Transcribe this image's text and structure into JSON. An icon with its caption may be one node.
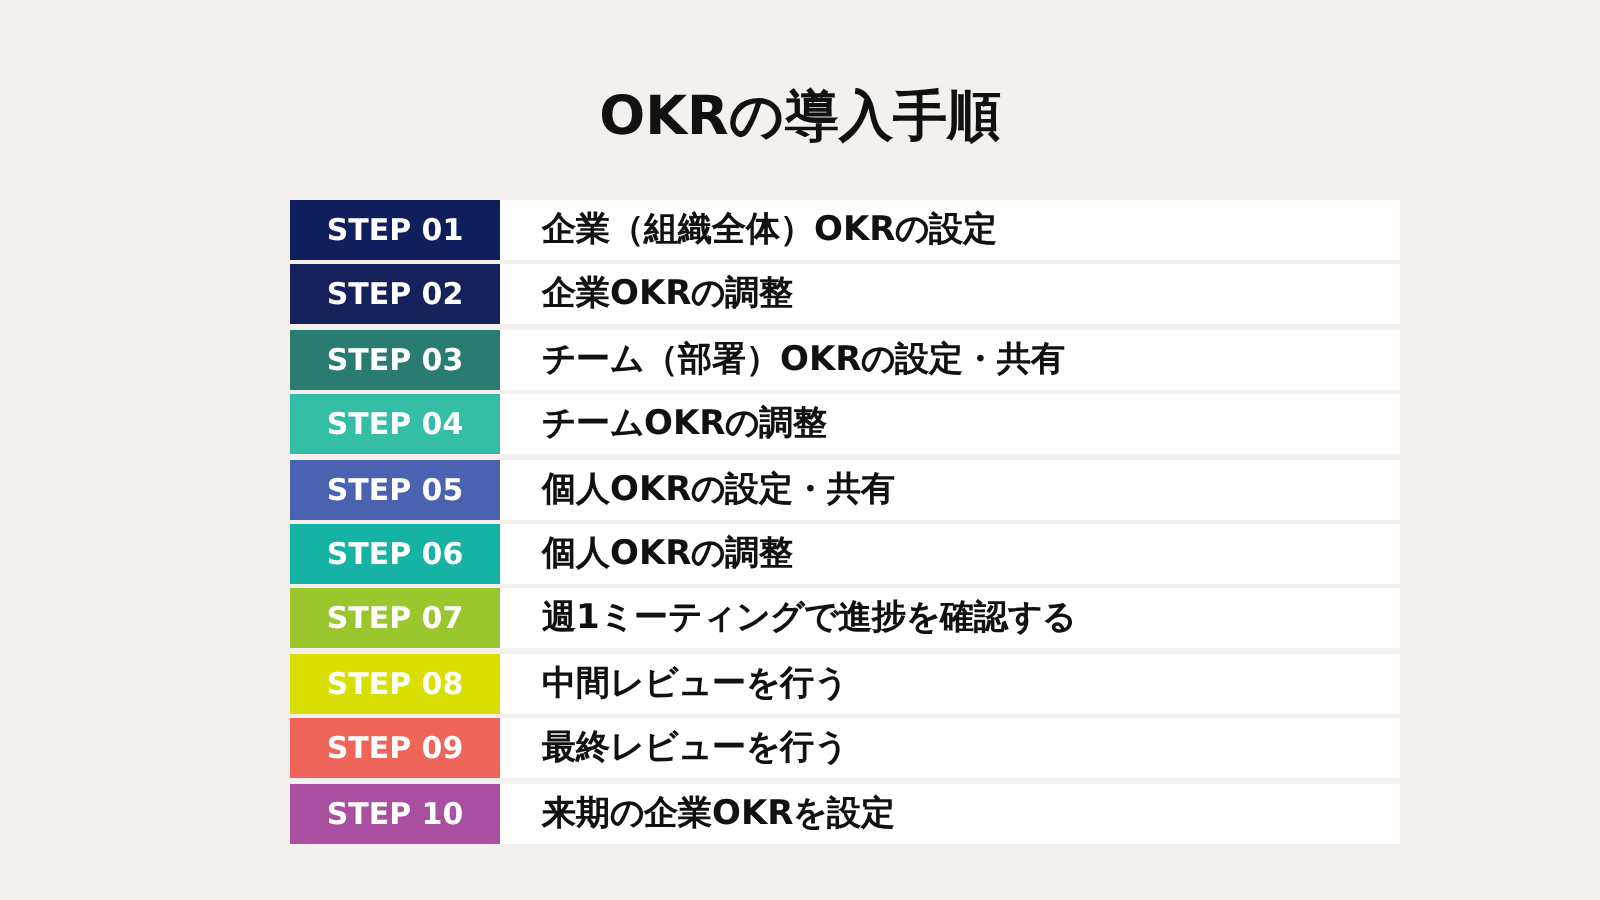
{
  "diagram": {
    "title": "OKRの導入手順",
    "nodes": [
      {
        "text": [
          "STEP 01"
        ],
        "beside": [
          "企業（組織全体）OKRの設定"
        ]
      },
      {
        "text": [
          "STEP 02"
        ],
        "beside": [
          "企業OKRの調整"
        ]
      },
      {
        "text": [
          "STEP 03"
        ],
        "beside": [
          "チーム（部署）OKRの設定・共有"
        ]
      },
      {
        "text": [
          "STEP 04"
        ],
        "beside": [
          "チームOKRの調整"
        ]
      },
      {
        "text": [
          "STEP 05"
        ],
        "beside": [
          "個人OKRの設定・共有"
        ]
      },
      {
        "text": [
          "STEP 06"
        ],
        "beside": [
          "個人OKRの調整"
        ]
      },
      {
        "text": [
          "STEP 07"
        ],
        "beside": [
          "週1ミーティングで進捗を確認する"
        ]
      },
      {
        "text": [
          "STEP 08"
        ],
        "beside": [
          "中間レビューを行う"
        ]
      },
      {
        "text": [
          "STEP 09"
        ],
        "beside": [
          "最終レビューを行う"
        ]
      },
      {
        "text": [
          "STEP 10"
        ],
        "beside": [
          "来期の企業OKRを設定"
        ]
      }
    ]
  }
}
